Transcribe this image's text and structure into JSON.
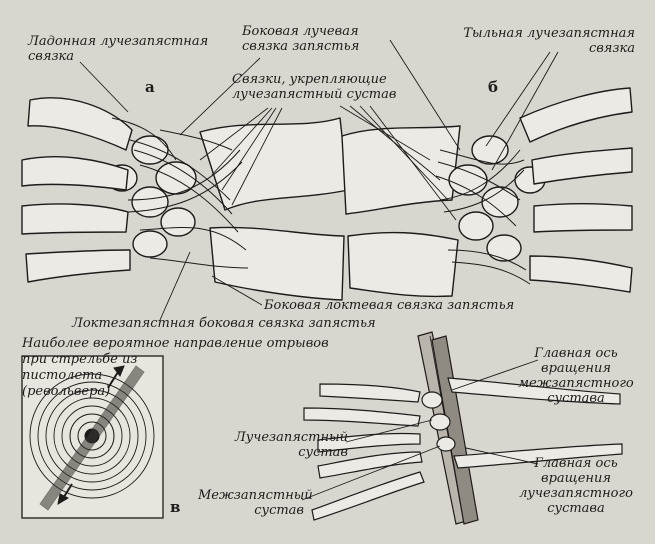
{
  "figure_a": {
    "letter": "а",
    "palmar_radiocarpal": "Ладонная лучезапястная\nсвязка",
    "radial_collateral": "Боковая лучевая\nсвязка запястья",
    "wrist_ligaments": "Связки, укрепляющие\nлучезапястный сустав",
    "ulnar_collateral": "Боковая локтевая связка запястья",
    "ulnocarpal_collateral": "Локтезапястная боковая связка запястья"
  },
  "figure_b": {
    "letter": "б",
    "dorsal_radiocarpal": "Тыльная лучезапястная\nсвязка"
  },
  "figure_c": {
    "letter": "в",
    "shot_direction": "Наиболее вероятное направление отрывов\nпри стрельбе из\nпистолета\n(револьвера)",
    "midcarpal_axis": "Главная ось\nвращения\nмежзапястного\nсустава",
    "radiocarpal_joint": "Лучезапястный\nсустав",
    "radiocarpal_axis": "Главная ось\nвращения\nлучезапястного\nсустава",
    "midcarpal_joint": "Межзапястный\nсустав"
  },
  "colors": {
    "ink": "#1e1c1a",
    "paper": "#d9d6cf",
    "bone": "#eceae4"
  }
}
